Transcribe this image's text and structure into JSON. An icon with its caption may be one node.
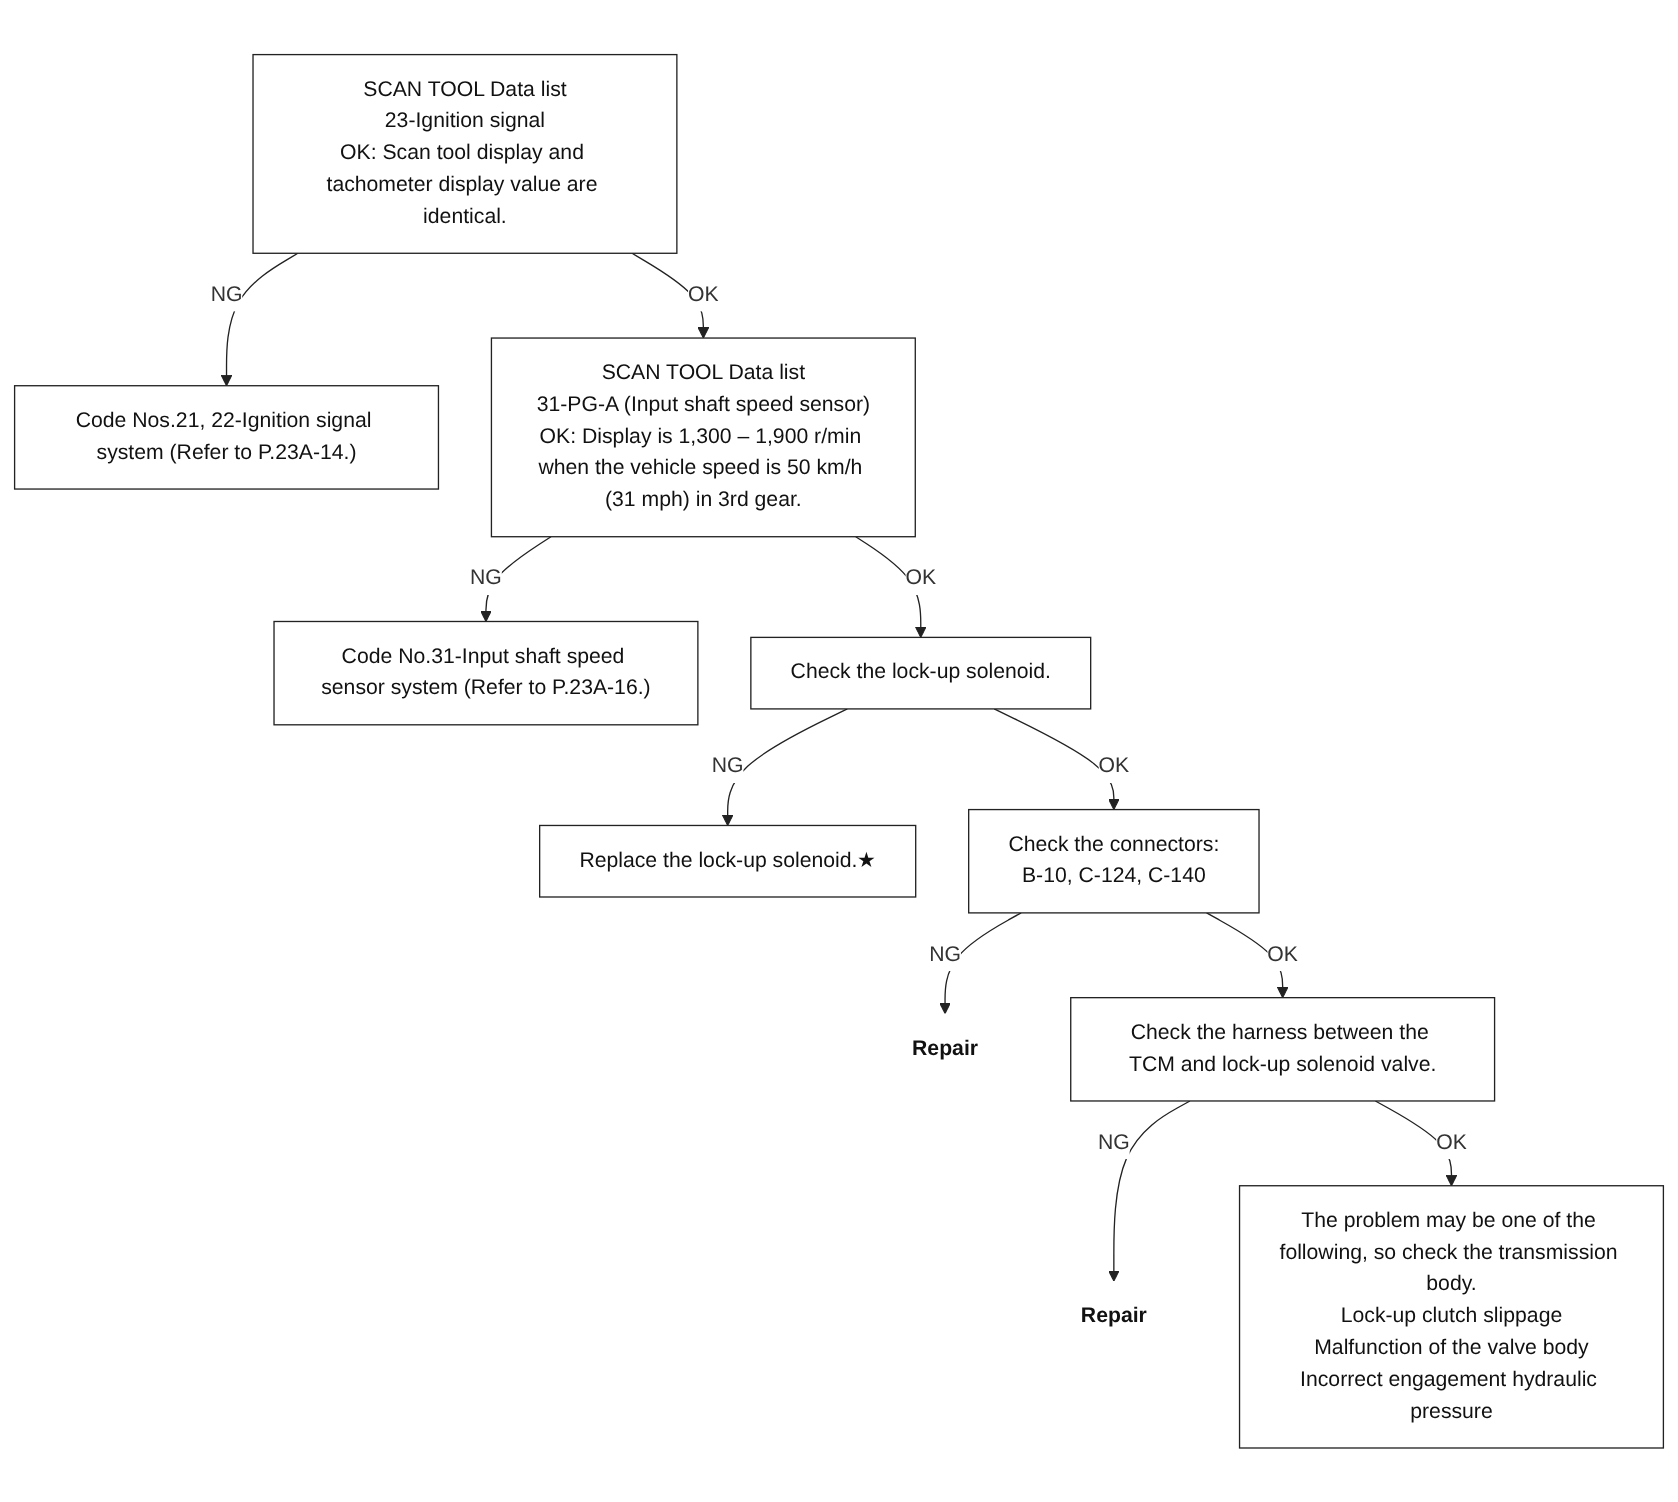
{
  "diagram": {
    "nodes": [
      {
        "text": [
          "SCAN TOOL Data list",
          "23-Ignition signal",
          "OK: Scan tool display and tachometer display value are identical."
        ]
      },
      {
        "text": [
          "Code Nos.21, 22-Ignition signal system (Refer to P.23A-14.)"
        ]
      },
      {
        "text": [
          "SCAN TOOL Data list",
          "31-PG-A (Input shaft speed sensor)",
          "OK: Display is 1,300 – 1,900 r/min when the vehicle speed is 50 km/h (31 mph) in 3rd gear."
        ]
      },
      {
        "text": [
          "Code No.31-Input shaft speed sensor system (Refer to P.23A-16.)"
        ]
      },
      {
        "text": [
          "Check the lock-up solenoid."
        ]
      },
      {
        "text": [
          "Replace the lock-up solenoid.★"
        ]
      },
      {
        "text": [
          "Check the connectors:",
          "B-10, C-124, C-140"
        ]
      },
      {
        "text": [
          "Repair"
        ]
      },
      {
        "text": [
          "Check the harness between the TCM and lock-up solenoid valve."
        ]
      },
      {
        "text": [
          "Repair"
        ]
      },
      {
        "text": [
          "The problem may be one of the following, so check the transmission body.",
          "Lock-up clutch slippage",
          "Malfunction of the valve body",
          "Incorrect engagement hydraulic pressure"
        ]
      }
    ],
    "edges": [
      {
        "from": 0,
        "to": 1,
        "arrow": "to",
        "label": "NG"
      },
      {
        "from": 0,
        "to": 2,
        "arrow": "to",
        "label": "OK"
      },
      {
        "from": 2,
        "to": 3,
        "arrow": "to",
        "label": "NG"
      },
      {
        "from": 2,
        "to": 4,
        "arrow": "to",
        "label": "OK"
      },
      {
        "from": 4,
        "to": 5,
        "arrow": "to",
        "label": "NG"
      },
      {
        "from": 4,
        "to": 6,
        "arrow": "to",
        "label": "OK"
      },
      {
        "from": 6,
        "to": 7,
        "arrow": "to",
        "label": "NG"
      },
      {
        "from": 6,
        "to": 8,
        "arrow": "to",
        "label": "OK"
      },
      {
        "from": 8,
        "to": 9,
        "arrow": "to",
        "label": "NG"
      },
      {
        "from": 8,
        "to": 10,
        "arrow": "to",
        "label": "OK"
      }
    ]
  }
}
